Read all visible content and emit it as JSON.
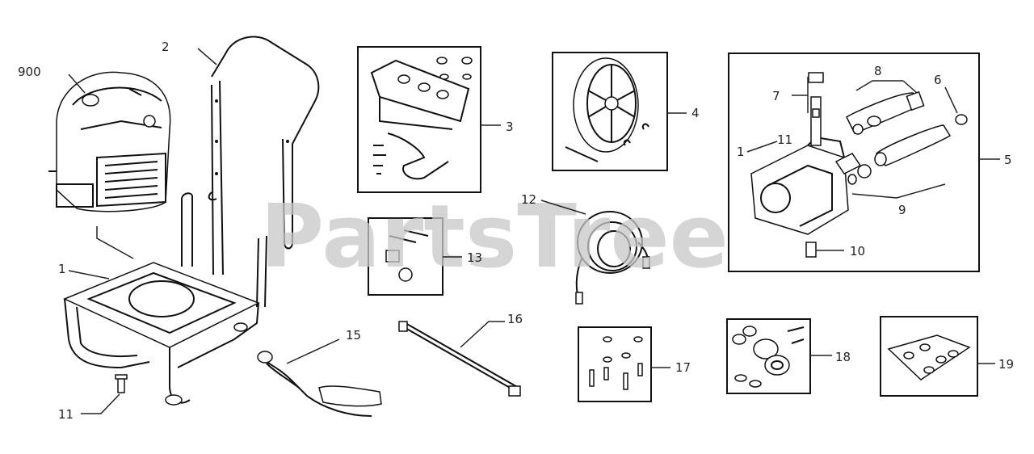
{
  "watermark": "PartsTree",
  "labels": {
    "p900": "900",
    "p1a": "1",
    "p1b": "1",
    "p2": "2",
    "p3": "3",
    "p4": "4",
    "p5": "5",
    "p6": "6",
    "p7": "7",
    "p8": "8",
    "p9": "9",
    "p10": "10",
    "p11": "11",
    "p12": "12",
    "p13": "13",
    "p15": "15",
    "p16": "16",
    "p17": "17",
    "p18": "18",
    "p19": "19"
  }
}
